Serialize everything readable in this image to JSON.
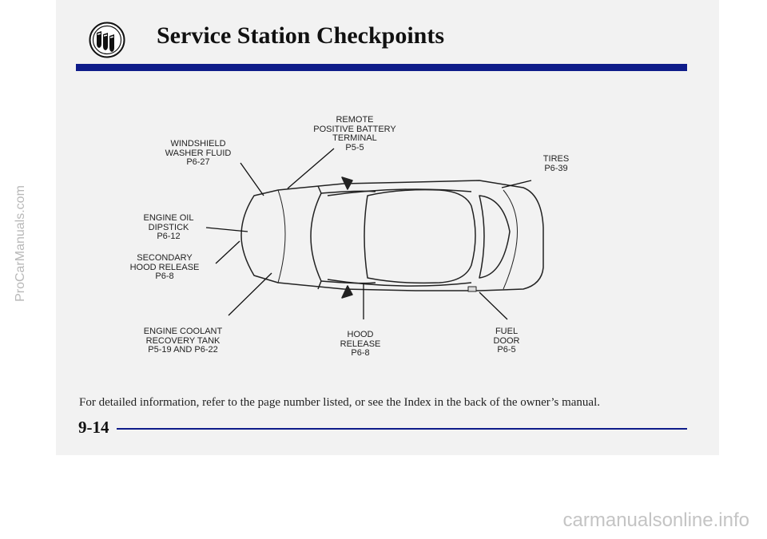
{
  "header": {
    "title": "Service Station Checkpoints",
    "logo_icon": "buick-tri-shield-icon",
    "accent_color": "#0e1c8a"
  },
  "diagram": {
    "labels": {
      "windshield_washer": "WINDSHIELD\nWASHER FLUID\nP6-27",
      "battery_terminal": "REMOTE\nPOSITIVE BATTERY\nTERMINAL\nP5-5",
      "tires": "TIRES\nP6-39",
      "engine_oil": "ENGINE OIL\nDIPSTICK\nP6-12",
      "secondary_hood": "SECONDARY\nHOOD RELEASE\nP6-8",
      "coolant": "ENGINE COOLANT\nRECOVERY TANK\nP5-19 AND P6-22",
      "hood_release": "HOOD\nRELEASE\nP6-8",
      "fuel_door": "FUEL\nDOOR\nP6-5"
    }
  },
  "caption": "For detailed information, refer to the page number listed, or see the Index in the back of the owner’s manual.",
  "page_number": "9-14",
  "watermarks": {
    "side": "ProCarManuals.com",
    "bottom": "carmanualsonline.info"
  }
}
